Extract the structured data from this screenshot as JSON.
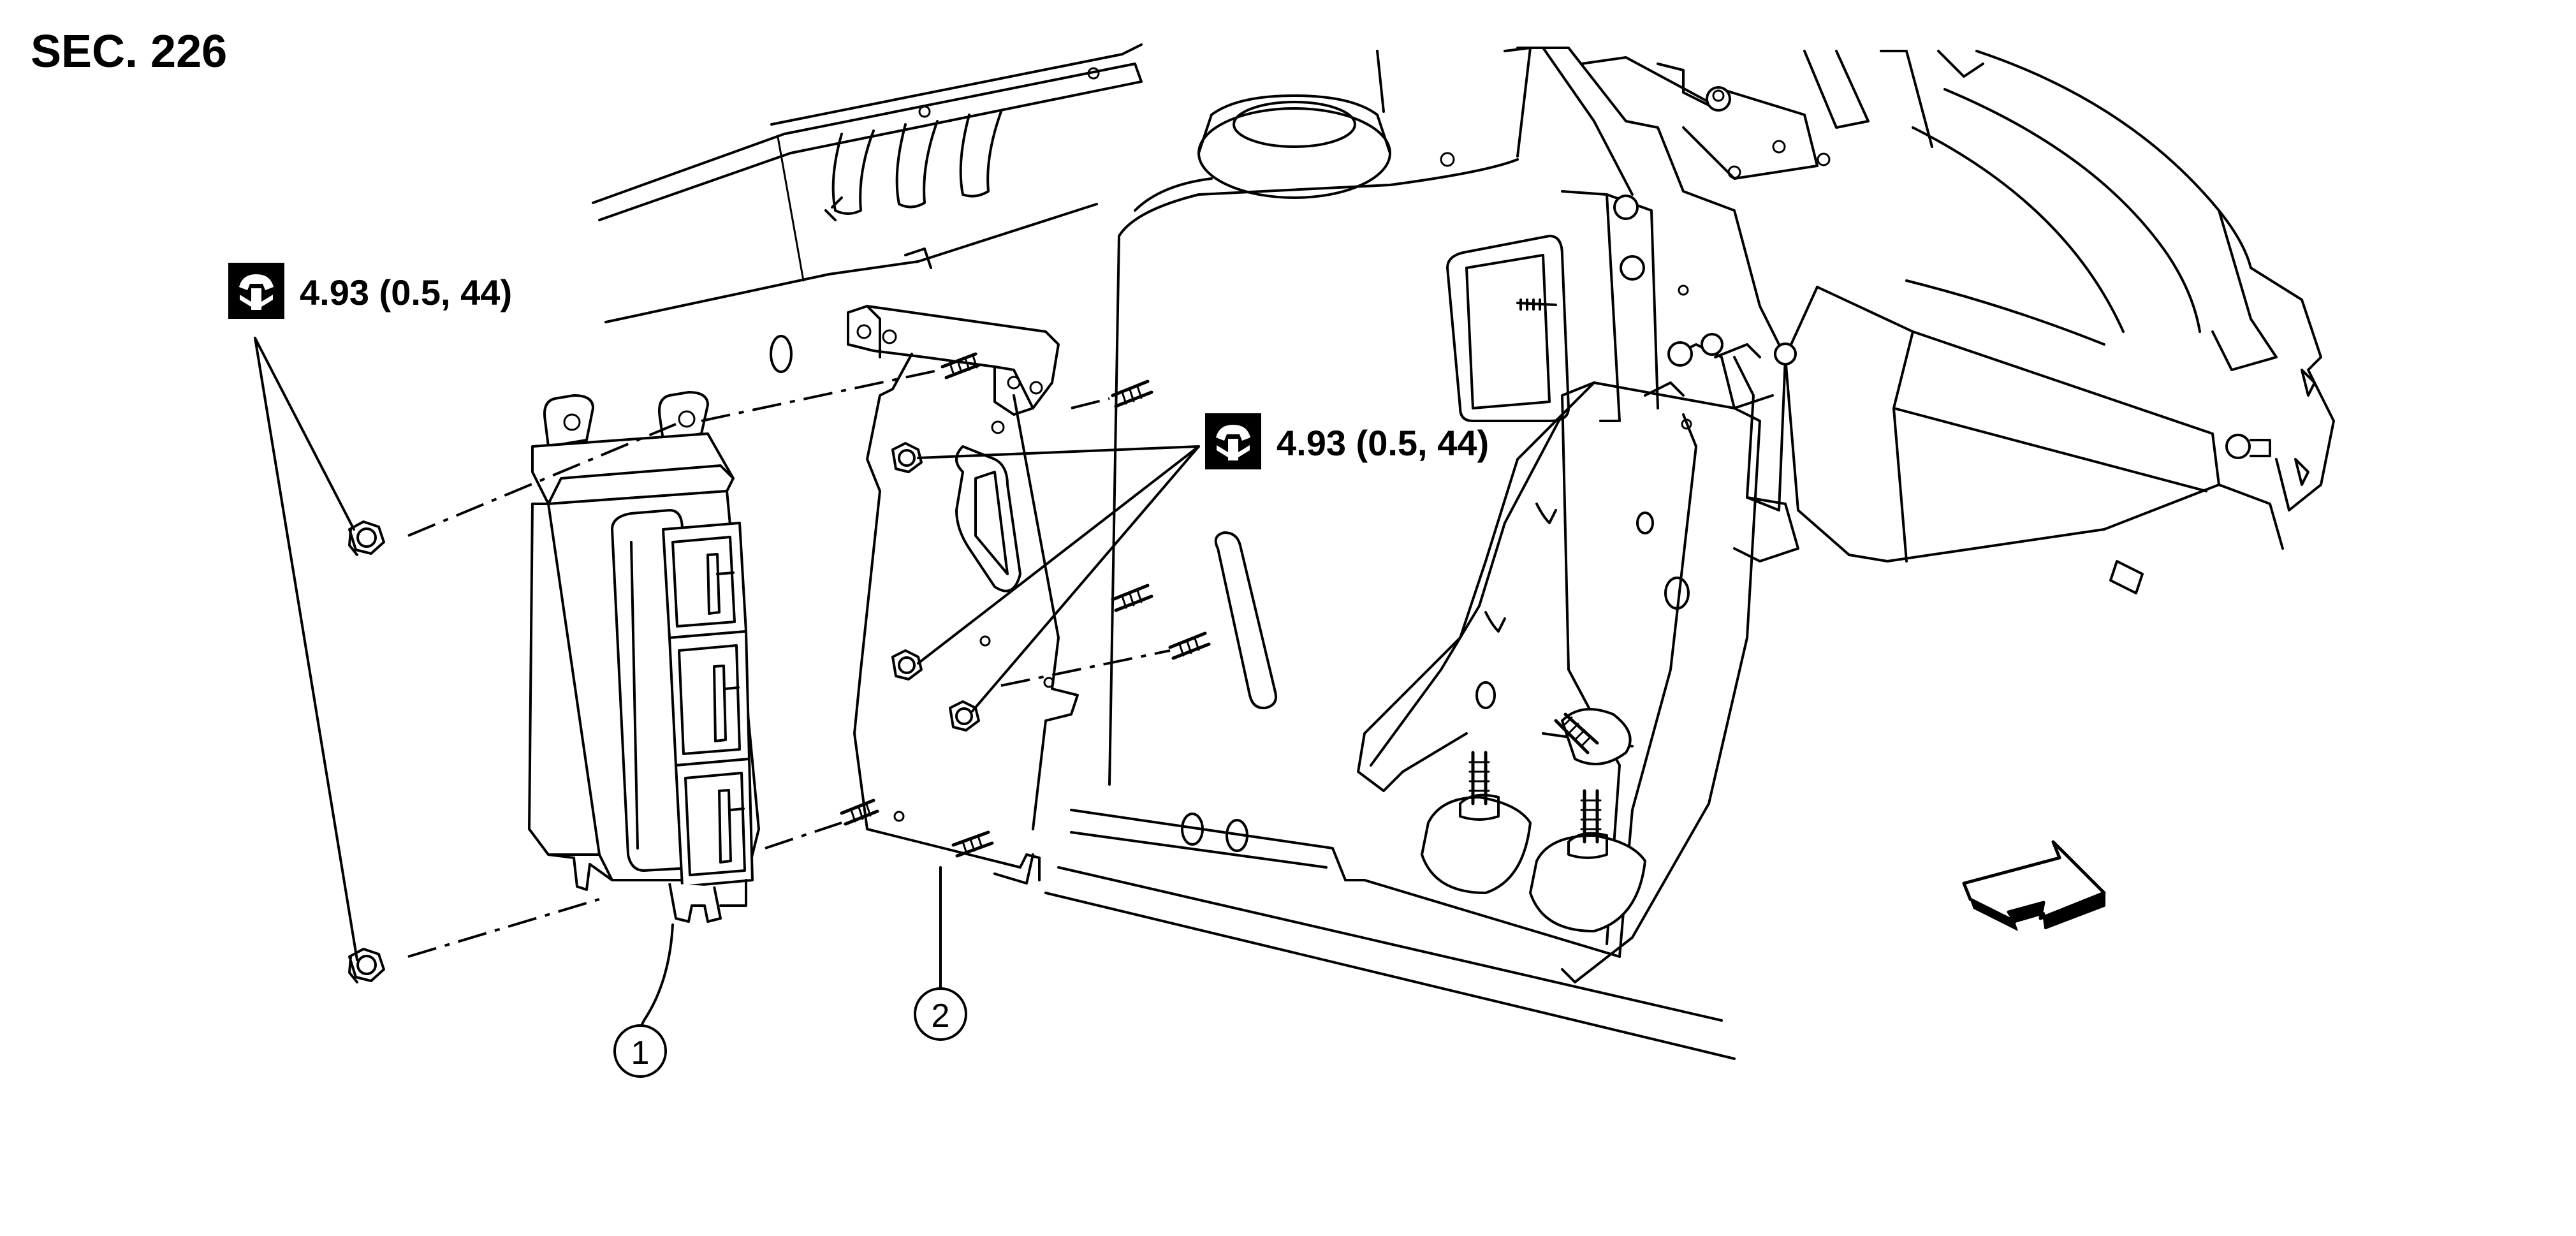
{
  "section_label": "SEC. 226",
  "torque_left": {
    "icon": "torque-wrench-icon",
    "value": "4.93 (0.5, 44)"
  },
  "torque_center": {
    "icon": "torque-wrench-icon",
    "value": "4.93 (0.5, 44)"
  },
  "callouts": {
    "part_1": "1",
    "part_2": "2"
  },
  "direction_arrow": {
    "icon": "vehicle-front-arrow-icon"
  },
  "colors": {
    "line": "#000000",
    "background": "#ffffff"
  }
}
